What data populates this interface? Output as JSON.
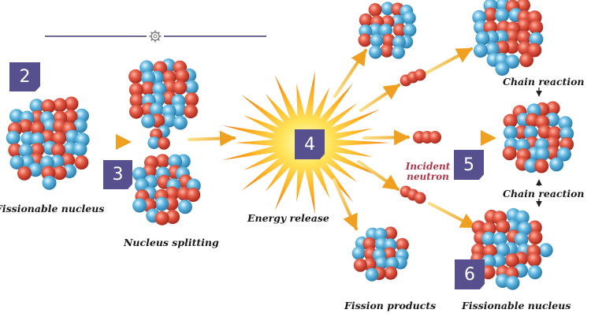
{
  "labels": {
    "fissionable_left": "Fissionable nucleus",
    "nucleus_splitting": "Nucleus splitting",
    "energy_release": "Energy release",
    "chain_reaction_top": "Chain reaction",
    "chain_reaction_middle": "Chain reaction",
    "incident_neutron_line1": "Incident",
    "incident_neutron_line2": "neutron",
    "fission_products": "Fission products",
    "fissionable_right": "Fissionable nucleus"
  },
  "step_numbers": [
    "2",
    "3",
    "4",
    "5",
    "6"
  ],
  "icons": {
    "divider_ornament": "gear-icon"
  },
  "colors": {
    "proton": "#e05a45",
    "neutron": "#5ab4dd",
    "badge": "#57508e",
    "arrow": "#f0a020",
    "divider": "#3e3a6e",
    "incident_text": "#b0374a"
  }
}
